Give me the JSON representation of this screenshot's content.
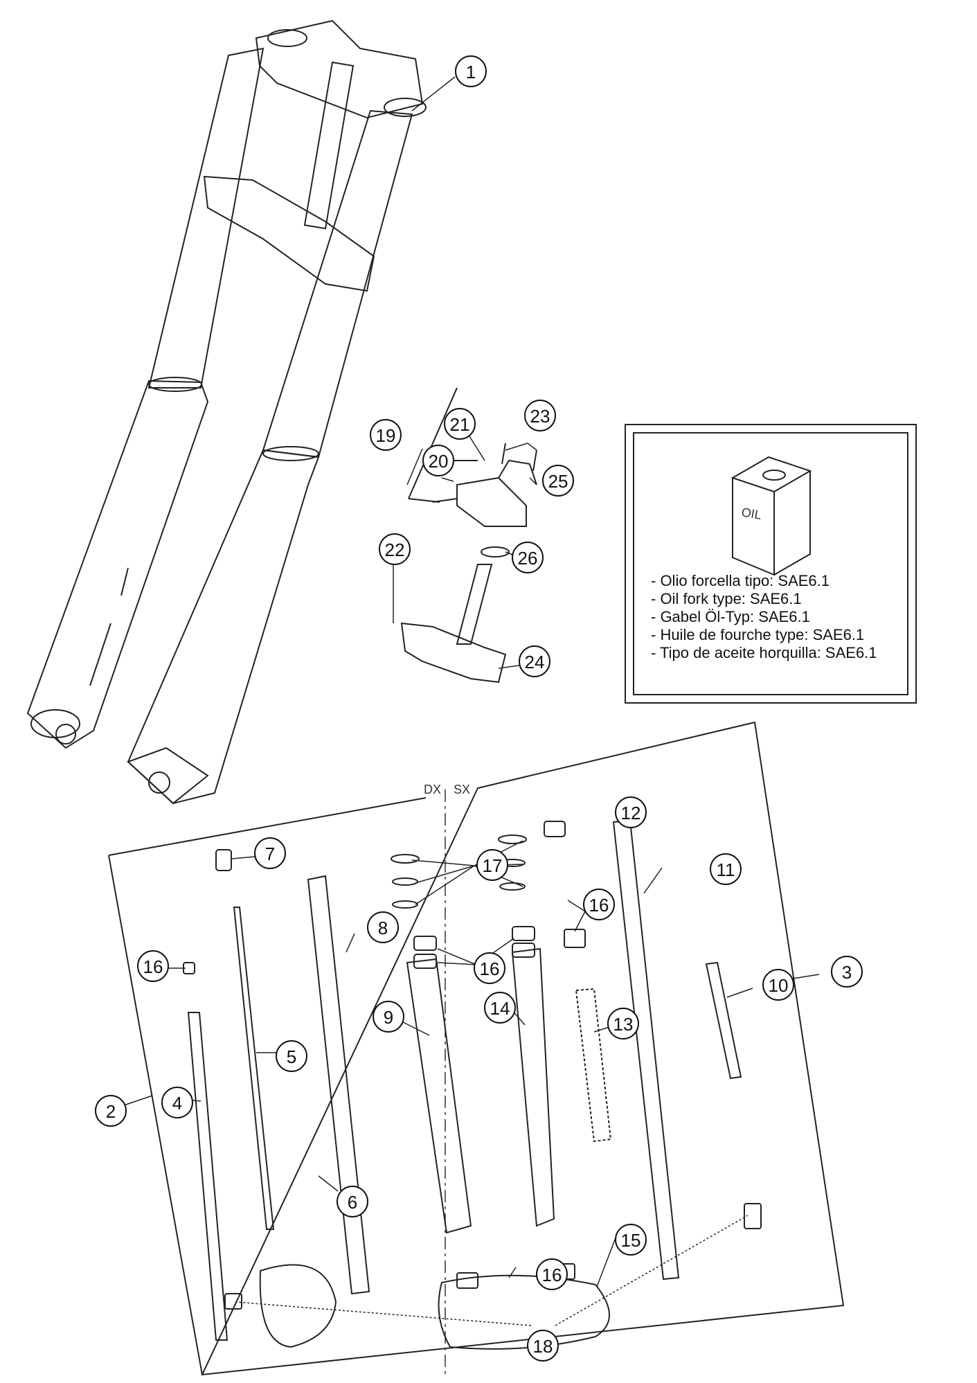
{
  "side_labels": {
    "right": "DX",
    "left": "SX"
  },
  "oil_box": {
    "icon": "oil-can-icon",
    "can_label": "OIL",
    "lines": [
      "- Olio forcella tipo: SAE6.1",
      "- Oil fork type: SAE6.1",
      "- Gabel Öl-Typ: SAE6.1",
      "- Huile de fourche type: SAE6.1",
      "- Tipo de aceite horquilla: SAE6.1"
    ]
  },
  "callouts": [
    "1",
    "2",
    "3",
    "4",
    "5",
    "6",
    "7",
    "8",
    "9",
    "10",
    "11",
    "12",
    "13",
    "14",
    "15",
    "16",
    "16",
    "16",
    "16",
    "17",
    "18",
    "19",
    "20",
    "21",
    "22",
    "23",
    "24",
    "25",
    "26"
  ]
}
